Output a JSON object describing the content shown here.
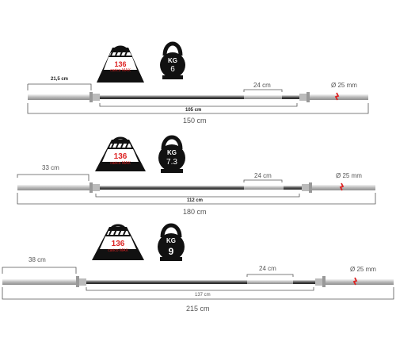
{
  "bars": [
    {
      "capacity_value": "136",
      "capacity_label": "carico MAX",
      "kg_label": "KG",
      "weight": "6",
      "sleeve_length": "21,5 cm",
      "grip_length": "105 cm",
      "knurl_length": "24 cm",
      "diameter": "Ø 25 mm",
      "total_length": "150 cm"
    },
    {
      "capacity_value": "136",
      "capacity_label": "carico MAX",
      "kg_label": "KG",
      "weight": "7.3",
      "sleeve_length": "33 cm",
      "grip_length": "112 cm",
      "knurl_length": "24 cm",
      "diameter": "Ø 25 mm",
      "total_length": "180 cm"
    },
    {
      "capacity_value": "136",
      "capacity_label": "carico MAX",
      "kg_label": "KG",
      "weight": "9",
      "sleeve_length": "38 cm",
      "grip_length": "137 cm",
      "knurl_length": "24 cm",
      "diameter": "Ø 25 mm",
      "total_length": "215 cm"
    }
  ],
  "colors": {
    "accent_red": "#d22222",
    "icon_black": "#111111",
    "bar_chrome": "#c8c8c8"
  }
}
